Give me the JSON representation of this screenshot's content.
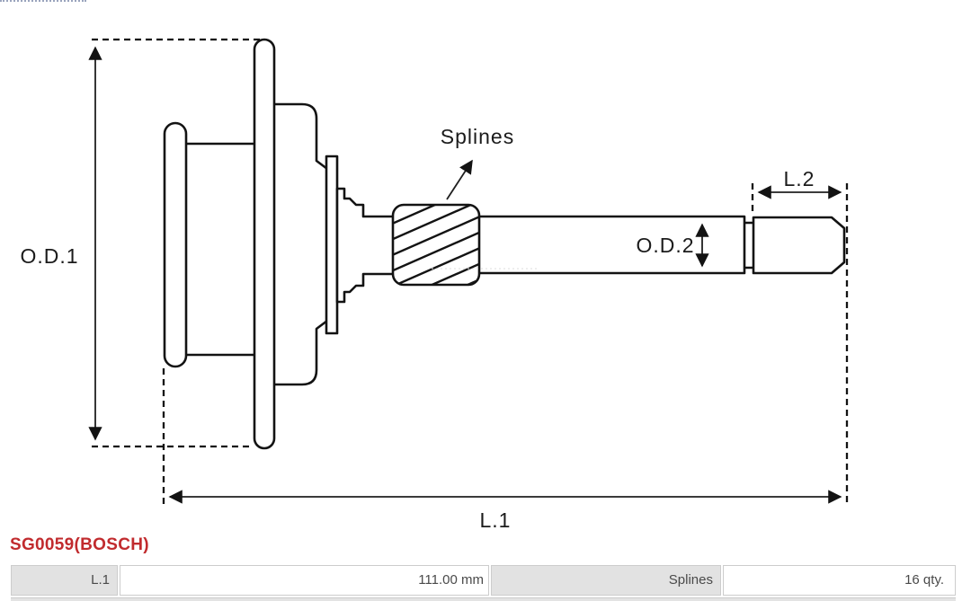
{
  "drawing": {
    "line_color": "#131313",
    "labels": {
      "od1": "O.D.1",
      "od2": "O.D.2",
      "l1": "L.1",
      "l2": "L.2",
      "splines": "Splines"
    },
    "spline_hatch_count": 8
  },
  "part_number": {
    "text": "SG0059(BOSCH)",
    "color": "#c12b2e"
  },
  "spec_table": {
    "label_bg": "#e2e2e2",
    "border_color": "#cccccc",
    "text_color": "#4a4a4a",
    "cells": [
      {
        "kind": "label",
        "text": "L.1"
      },
      {
        "kind": "value",
        "text": "111.00 mm"
      },
      {
        "kind": "label",
        "text": "Splines"
      },
      {
        "kind": "value",
        "text": "16 qty."
      }
    ]
  }
}
